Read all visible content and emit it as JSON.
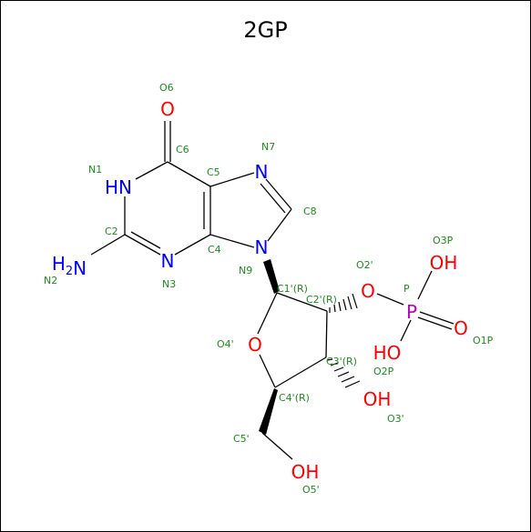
{
  "title": "2GP",
  "colors": {
    "carbon": "#000000",
    "nitrogen": "#0000ff",
    "oxygen": "#ff0000",
    "phosphorus": "#c000c0",
    "label": "#1f8a1f"
  },
  "elements": {
    "o_c6": "O",
    "hn_n1": "HN",
    "n_n7": "N",
    "h2n_n2": "H2N",
    "n_n3": "N",
    "n_n9": "N",
    "o_o2prime": "O",
    "oh_o3p": "OH",
    "p_p": "P",
    "o_o1p": "O",
    "ho_o2p": "HO",
    "o_o4prime": "O",
    "oh_o3prime": "OH",
    "oh_o5prime": "OH"
  },
  "labels": {
    "o6": "O6",
    "c6": "C6",
    "n7": "N7",
    "n1": "N1",
    "c5": "C5",
    "c8": "C8",
    "c2": "C2",
    "c4": "C4",
    "n2": "N2",
    "n3": "N3",
    "n9": "N9",
    "o3p": "O3P",
    "o2prime": "O2'",
    "p": "P",
    "c1prime": "C1'(R)",
    "c2prime": "C2'(R)",
    "o4prime": "O4'",
    "o1p": "O1P",
    "c3prime": "C3'(R)",
    "o2p": "O2P",
    "c4prime": "C4'(R)",
    "o3prime": "O3'",
    "c5prime": "C5'",
    "o5prime": "O5'"
  }
}
